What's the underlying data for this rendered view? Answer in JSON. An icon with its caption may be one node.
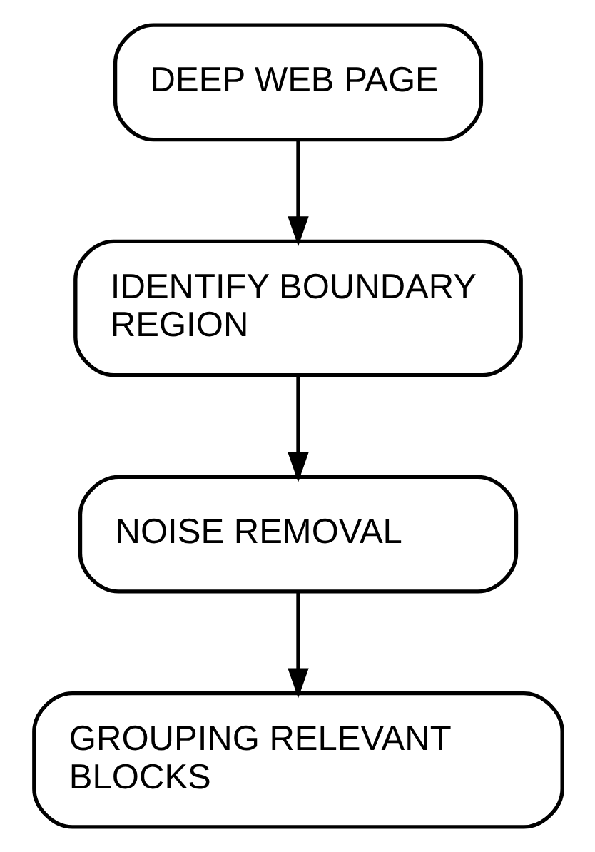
{
  "diagram": {
    "nodes": [
      {
        "text": [
          "DEEP WEB PAGE"
        ]
      },
      {
        "text": [
          "IDENTIFY BOUNDARY REGION"
        ]
      },
      {
        "text": [
          "NOISE REMOVAL"
        ]
      },
      {
        "text": [
          "GROUPING RELEVANT BLOCKS"
        ]
      }
    ],
    "edges": [
      {
        "from": 0,
        "to": 1,
        "arrow": "to"
      },
      {
        "from": 1,
        "to": 2,
        "arrow": "to"
      },
      {
        "from": 2,
        "to": 3,
        "arrow": "to"
      }
    ]
  }
}
